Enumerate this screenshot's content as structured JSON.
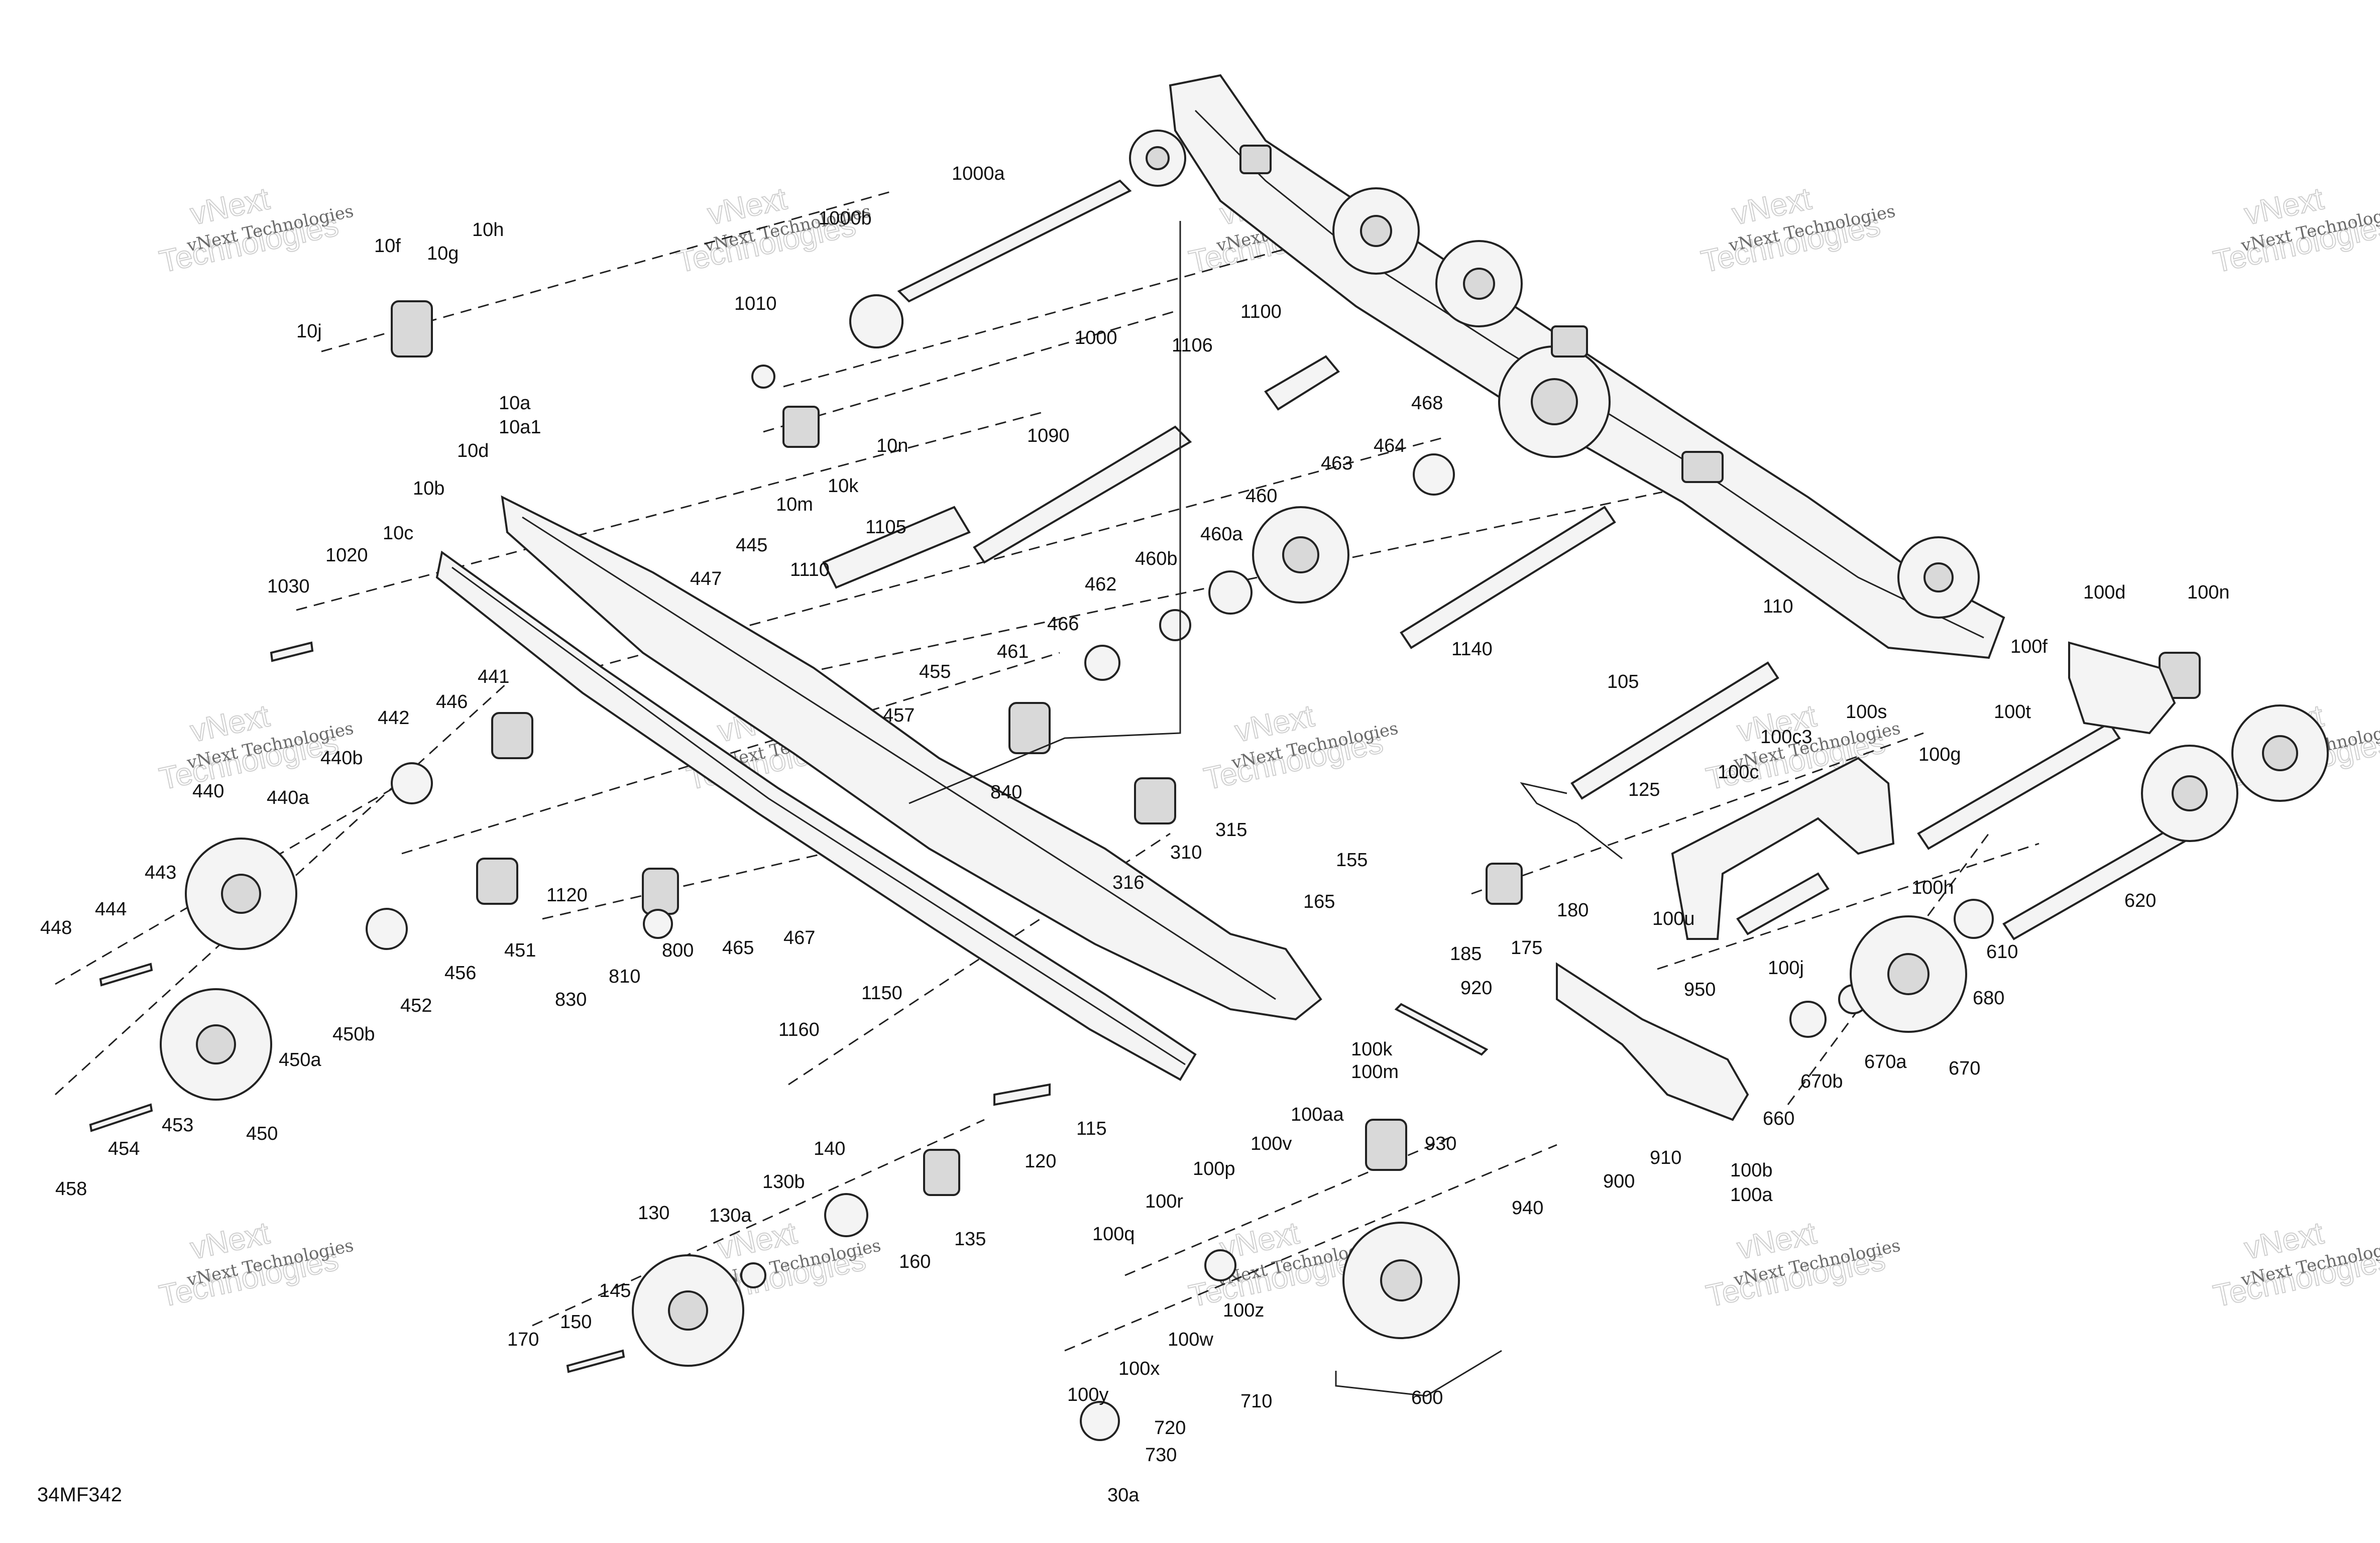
{
  "document_id": "34MF342",
  "watermark": {
    "line1": "vNext",
    "line2": "Technologies",
    "line3": "vNext Technologies"
  },
  "callouts": [
    "10a",
    "10a1",
    "10b",
    "10c",
    "10d",
    "10f",
    "10g",
    "10h",
    "10j",
    "10k",
    "10m",
    "10n",
    "100a",
    "100aa",
    "100b",
    "100c",
    "100c3",
    "100d",
    "100f",
    "100g",
    "100h",
    "100j",
    "100k",
    "100m",
    "100n",
    "100p",
    "100q",
    "100r",
    "100s",
    "100t",
    "100u",
    "100v",
    "100w",
    "100x",
    "100y",
    "100z",
    "105",
    "110",
    "115",
    "120",
    "125",
    "130",
    "130a",
    "130b",
    "135",
    "140",
    "145",
    "150",
    "155",
    "160",
    "165",
    "170",
    "175",
    "180",
    "185",
    "30a",
    "310",
    "315",
    "316",
    "440",
    "440a",
    "440b",
    "441",
    "442",
    "443",
    "444",
    "445",
    "446",
    "447",
    "448",
    "450",
    "450a",
    "450b",
    "451",
    "452",
    "453",
    "454",
    "455",
    "456",
    "457",
    "458",
    "460",
    "460a",
    "460b",
    "461",
    "462",
    "463",
    "464",
    "465",
    "466",
    "467",
    "468",
    "600",
    "610",
    "620",
    "660",
    "670",
    "670a",
    "670b",
    "680",
    "710",
    "720",
    "730",
    "800",
    "810",
    "830",
    "840",
    "900",
    "910",
    "920",
    "930",
    "940",
    "950",
    "1000",
    "1000a",
    "1000b",
    "1010",
    "1020",
    "1030",
    "1090",
    "1100",
    "1105",
    "1106",
    "1110",
    "1120",
    "1140",
    "1150",
    "1160"
  ]
}
